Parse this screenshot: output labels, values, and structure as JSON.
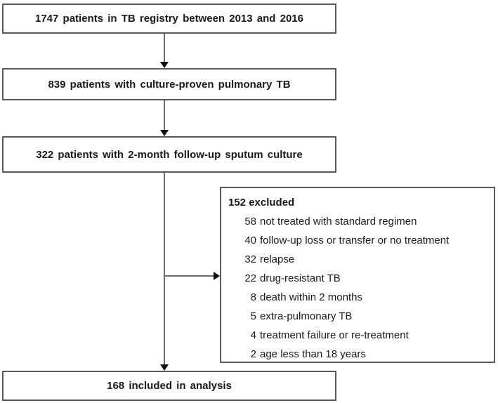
{
  "flowchart": {
    "boxes": [
      {
        "label": "1747 patients in TB registry between 2013 and 2016"
      },
      {
        "label": "839 patients with culture-proven pulmonary TB"
      },
      {
        "label": "322 patients with 2-month follow-up sputum culture"
      },
      {
        "label": "168 included in analysis"
      }
    ],
    "excluded": {
      "title": "152 excluded",
      "items": [
        {
          "count": "58",
          "reason": "not treated with standard regimen"
        },
        {
          "count": "40",
          "reason": "follow-up loss or transfer or no treatment"
        },
        {
          "count": "32",
          "reason": "relapse"
        },
        {
          "count": "22",
          "reason": "drug-resistant TB"
        },
        {
          "count": "8",
          "reason": "death within 2 months"
        },
        {
          "count": "5",
          "reason": "extra-pulmonary TB"
        },
        {
          "count": "4",
          "reason": "treatment failure or re-treatment"
        },
        {
          "count": "2",
          "reason": "age less than 18 years"
        }
      ]
    },
    "colors": {
      "box_border": "#595959",
      "connector_line": "#6a6a6a",
      "arrowhead": "#111111",
      "text": "#1a1a1a",
      "background": "#ffffff"
    }
  }
}
